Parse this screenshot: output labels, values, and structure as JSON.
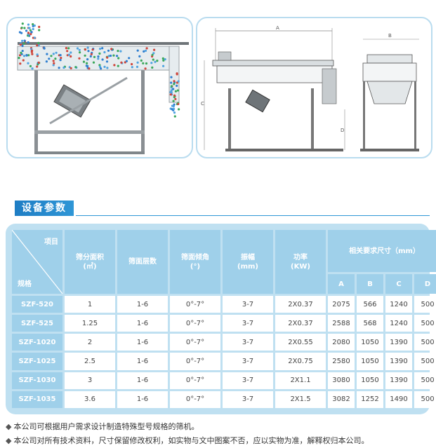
{
  "drawings": {
    "right_dims": {
      "a": "A",
      "b": "B",
      "c": "C",
      "d": "D"
    }
  },
  "section_title": "设备参数",
  "table": {
    "corner_top": "项目",
    "corner_bottom": "规格",
    "headers": [
      {
        "line1": "筛分面积",
        "line2": "(㎡)"
      },
      {
        "line1": "筛面层数",
        "line2": ""
      },
      {
        "line1": "筛面倾角",
        "line2": "(°)"
      },
      {
        "line1": "振幅",
        "line2": "(mm)"
      },
      {
        "line1": "功率",
        "line2": "(KW)"
      }
    ],
    "dim_header": "相关要求尺寸（mm）",
    "dim_cols": [
      "A",
      "B",
      "C",
      "D"
    ],
    "rows": [
      {
        "model": "SZF-520",
        "area": "1",
        "layers": "1-6",
        "angle": "0°-7°",
        "amplitude": "3-7",
        "power": "2X0.37",
        "a": "2075",
        "b": "566",
        "c": "1240",
        "d": "500"
      },
      {
        "model": "SZF-525",
        "area": "1.25",
        "layers": "1-6",
        "angle": "0°-7°",
        "amplitude": "3-7",
        "power": "2X0.37",
        "a": "2588",
        "b": "568",
        "c": "1240",
        "d": "500"
      },
      {
        "model": "SZF-1020",
        "area": "2",
        "layers": "1-6",
        "angle": "0°-7°",
        "amplitude": "3-7",
        "power": "2X0.55",
        "a": "2080",
        "b": "1050",
        "c": "1390",
        "d": "500"
      },
      {
        "model": "SZF-1025",
        "area": "2.5",
        "layers": "1-6",
        "angle": "0°-7°",
        "amplitude": "3-7",
        "power": "2X0.75",
        "a": "2580",
        "b": "1050",
        "c": "1390",
        "d": "500"
      },
      {
        "model": "SZF-1030",
        "area": "3",
        "layers": "1-6",
        "angle": "0°-7°",
        "amplitude": "3-7",
        "power": "2X1.1",
        "a": "3080",
        "b": "1050",
        "c": "1390",
        "d": "500"
      },
      {
        "model": "SZF-1035",
        "area": "3.6",
        "layers": "1-6",
        "angle": "0°-7°",
        "amplitude": "3-7",
        "power": "2X1.5",
        "a": "3082",
        "b": "1252",
        "c": "1490",
        "d": "500"
      }
    ]
  },
  "notes": {
    "bullet": "◆",
    "line1": "本公司可根据用户需求设计制造特殊型号规格的筛机。",
    "line2": "本公司对所有技术资料，尺寸保留修改权利，如实物与文中图案不否，应以实物为准，解释权归本公司。"
  },
  "colors": {
    "accent": "#2f96d6",
    "header_bg": "#9fd0ea",
    "frame": "#bfe0f1"
  }
}
